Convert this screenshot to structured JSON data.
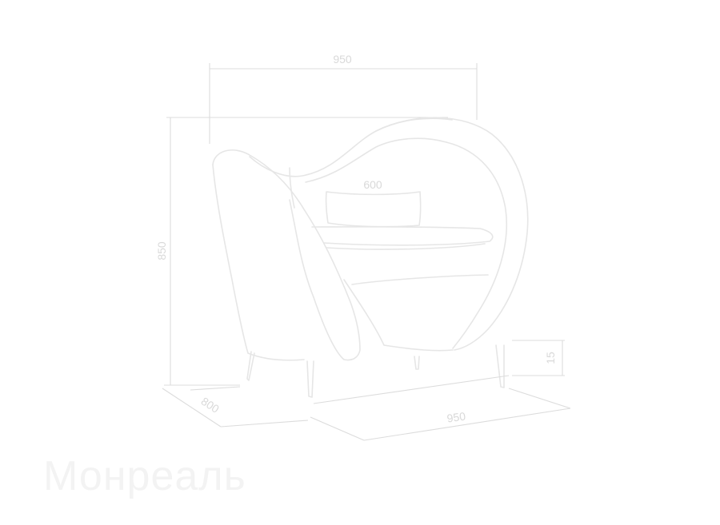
{
  "product": {
    "name": "Монреаль"
  },
  "dimensions": {
    "overall_width": "950",
    "cushion_width": "600",
    "overall_height": "850",
    "side_depth": "800",
    "front_width": "950",
    "leg_height": "15"
  },
  "colors": {
    "line": "#e6e6e6",
    "label": "#d9d9d9",
    "title": "#f3f3f3",
    "background": "#ffffff"
  }
}
